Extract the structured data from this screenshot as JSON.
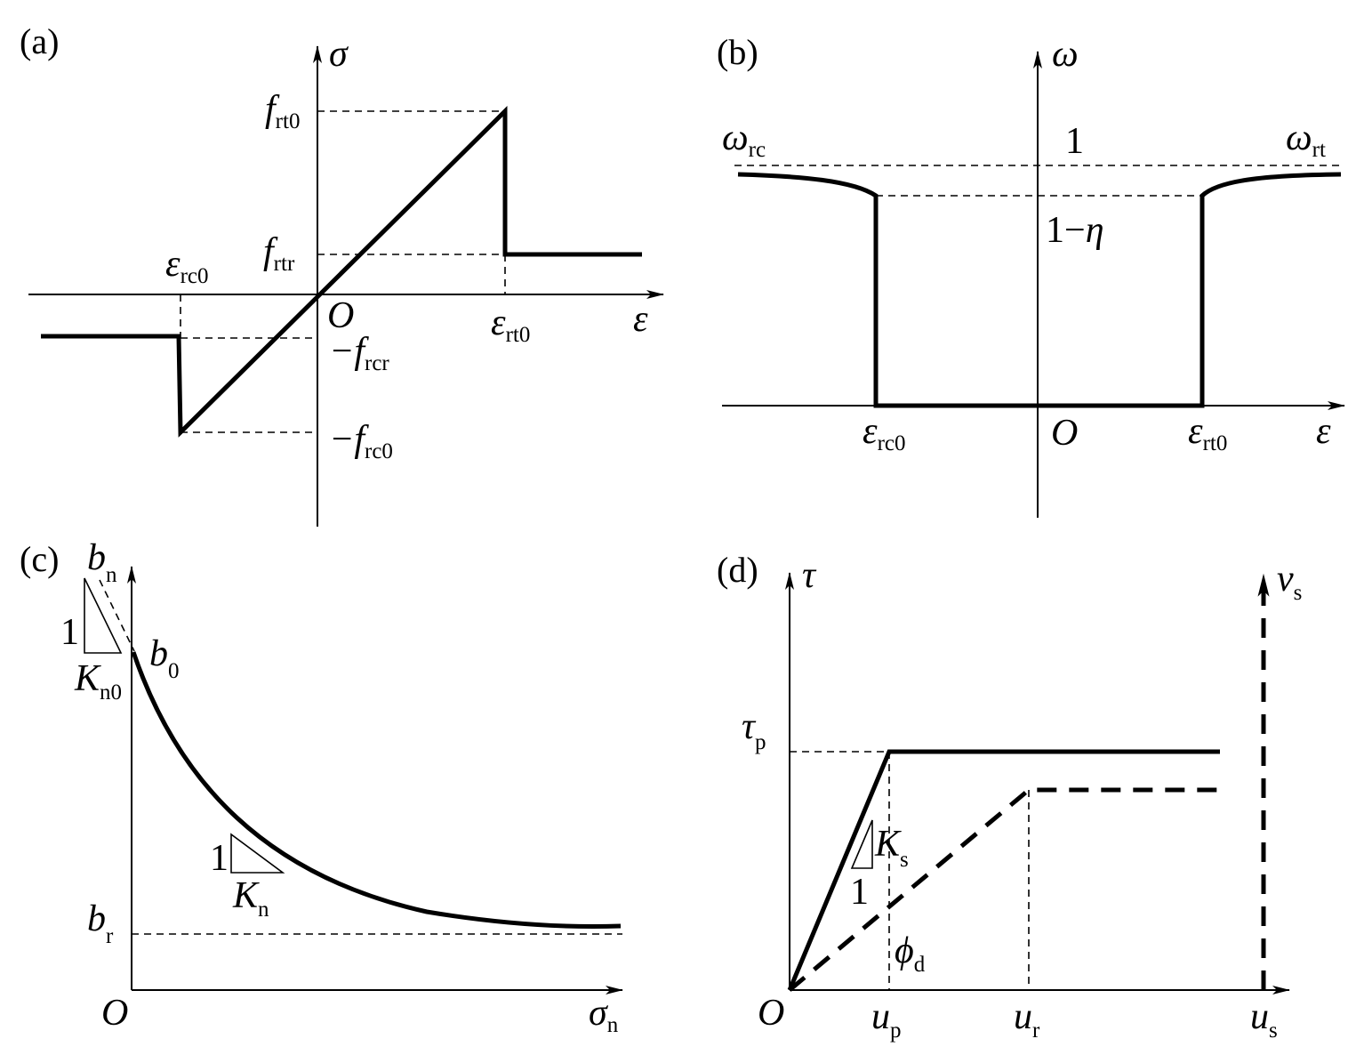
{
  "panels": {
    "a": {
      "tag": "(a)",
      "y_axis": "σ",
      "x_axis": "ε",
      "origin": "O",
      "f_rt0": {
        "main": "f",
        "sub": "rt0"
      },
      "f_rtr": {
        "main": "f",
        "sub": "rtr"
      },
      "neg_f_rcr": {
        "main": "−f",
        "sub": "rcr"
      },
      "neg_f_rc0": {
        "main": "−f",
        "sub": "rc0"
      },
      "eps_rc0": {
        "main": "ε",
        "sub": "rc0"
      },
      "eps_rt0": {
        "main": "ε",
        "sub": "rt0"
      }
    },
    "b": {
      "tag": "(b)",
      "y_axis": "ω",
      "x_axis": "ε",
      "origin": "O",
      "omega_rc": {
        "main": "ω",
        "sub": "rc"
      },
      "omega_rt": {
        "main": "ω",
        "sub": "rt"
      },
      "one": "1",
      "one_minus_eta": {
        "num": "1",
        "op": "−",
        "sym": "η"
      },
      "eps_rc0": {
        "main": "ε",
        "sub": "rc0"
      },
      "eps_rt0": {
        "main": "ε",
        "sub": "rt0"
      }
    },
    "c": {
      "tag": "(c)",
      "x_axis": {
        "main": "σ",
        "sub": "n"
      },
      "origin": "O",
      "b_n": {
        "main": "b",
        "sub": "n"
      },
      "b_0": {
        "main": "b",
        "sub": "0"
      },
      "b_r": {
        "main": "b",
        "sub": "r"
      },
      "K_n0": {
        "main": "K",
        "sub": "n0"
      },
      "K_n": {
        "main": "K",
        "sub": "n"
      },
      "one_top": "1",
      "one_mid": "1"
    },
    "d": {
      "tag": "(d)",
      "y_axis": "τ",
      "origin": "O",
      "tau_p": {
        "main": "τ",
        "sub": "p"
      },
      "v_s": {
        "main": "v",
        "sub": "s"
      },
      "K_s": {
        "main": "K",
        "sub": "s"
      },
      "one": "1",
      "phi_d": {
        "main": "ϕ",
        "sub": "d"
      },
      "u_p": {
        "main": "u",
        "sub": "p"
      },
      "u_r": {
        "main": "u",
        "sub": "r"
      },
      "u_s": {
        "main": "u",
        "sub": "s"
      }
    }
  }
}
